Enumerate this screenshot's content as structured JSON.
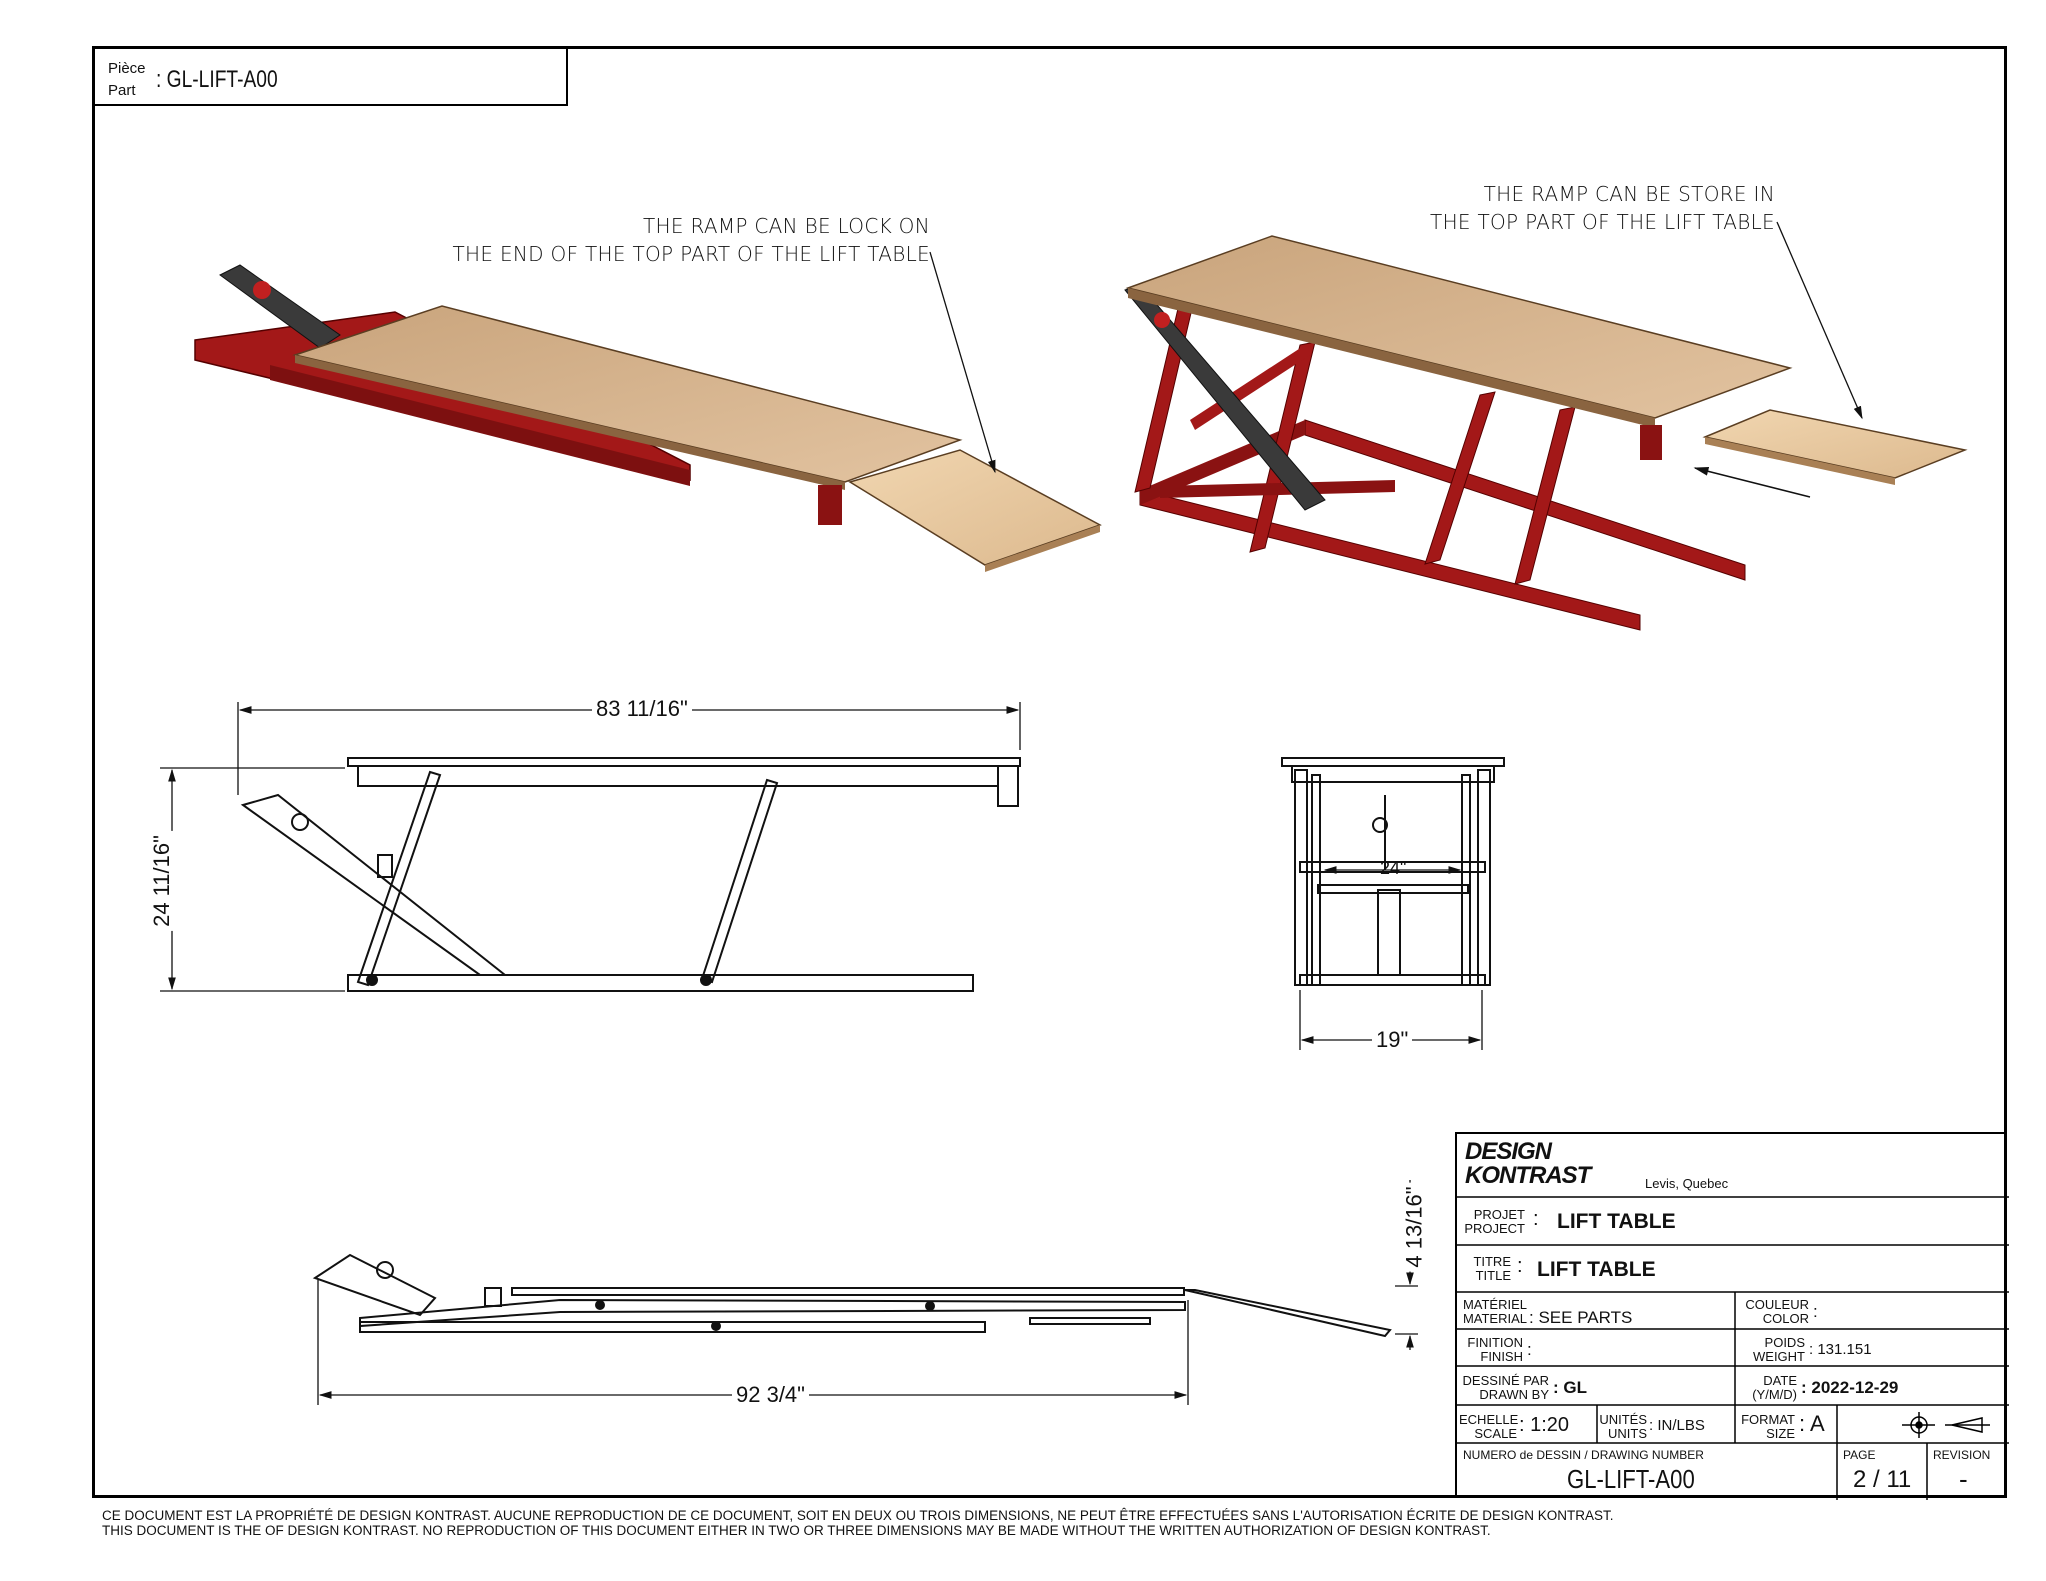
{
  "part_box": {
    "label_fr": "Pièce",
    "label_en": "Part",
    "value": ": GL-LIFT-A00"
  },
  "notes": {
    "ramp_lock": [
      "THE RAMP CAN BE LOCK ON",
      "THE END OF THE TOP PART OF THE LIFT TABLE"
    ],
    "ramp_store": [
      "THE RAMP CAN BE STORE IN",
      "THE TOP PART OF THE LIFT TABLE"
    ]
  },
  "dimensions": {
    "side_length": "83 11/16\"",
    "side_height": "24 11/16\"",
    "end_inner": "24\"",
    "end_width": "19\"",
    "low_height": "4 13/16\"",
    "low_length": "92 3/4\""
  },
  "title_block": {
    "company_line1": "DESIGN",
    "company_line2": "KONTRAST",
    "location": "Levis, Quebec",
    "project_label_fr": "PROJET",
    "project_label_en": "PROJECT",
    "project_value": "LIFT TABLE",
    "title_label_fr": "TITRE",
    "title_label_en": "TITLE",
    "title_value": "LIFT TABLE",
    "material_label_fr": "MATÉRIEL",
    "material_label_en": "MATERIAL",
    "material_value": "SEE PARTS",
    "color_label_fr": "COULEUR",
    "color_label_en": "COLOR",
    "color_value": "",
    "finish_label_fr": "FINITION",
    "finish_label_en": "FINISH",
    "finish_value": "",
    "weight_label_fr": "POIDS",
    "weight_label_en": "WEIGHT",
    "weight_value": "131.151",
    "drawn_label_fr": "DESSINÉ PAR",
    "drawn_label_en": "DRAWN BY",
    "drawn_value": "GL",
    "date_label_fr": "DATE",
    "date_label_en": "(Y/M/D)",
    "date_value": "2022-12-29",
    "scale_label_fr": "ECHELLE",
    "scale_label_en": "SCALE",
    "scale_value": "1:20",
    "units_label_fr": "UNITÉS",
    "units_label_en": "UNITS",
    "units_value": "IN/LBS",
    "format_label_fr": "FORMAT",
    "format_label_en": "SIZE",
    "format_value": "A",
    "drawing_number_label": "NUMERO de DESSIN / DRAWING NUMBER",
    "drawing_number": "GL-LIFT-A00",
    "page_label": "PAGE",
    "page_value": "2 / 11",
    "revision_label": "REVISION",
    "revision_value": "-"
  },
  "footer": [
    "CE DOCUMENT EST LA PROPRIÉTÉ DE DESIGN KONTRAST. AUCUNE REPRODUCTION DE CE DOCUMENT, SOIT EN DEUX OU TROIS DIMENSIONS, NE PEUT ÊTRE EFFECTUÉES SANS L'AUTORISATION ÉCRITE DE DESIGN KONTRAST.",
    "THIS DOCUMENT IS THE OF DESIGN KONTRAST. NO REPRODUCTION OF THIS DOCUMENT EITHER IN TWO OR THREE DIMENSIONS MAY BE MADE WITHOUT THE WRITTEN AUTHORIZATION OF DESIGN KONTRAST."
  ],
  "colors": {
    "frame_red": "#a31818",
    "wood": "#d8b48c",
    "ink": "#111111"
  }
}
